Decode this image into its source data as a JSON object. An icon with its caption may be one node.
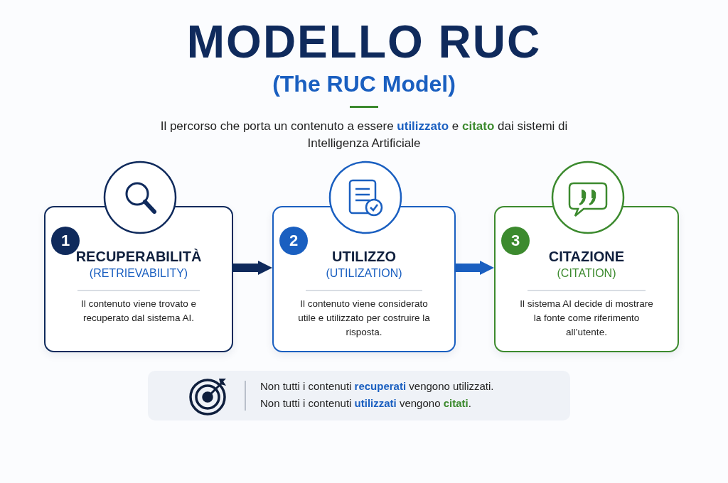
{
  "diagram": {
    "title": "MODELLO RUC",
    "nodes": [
      {
        "text": [
          "1",
          "RECUPERABILITÀ",
          "(RETRIEVABILITY)",
          "Il contenuto viene trovato e recuperato dal sistema AI."
        ]
      },
      {
        "text": [
          "2",
          "UTILIZZO",
          "(UTILIZATION)",
          "Il contenuto viene considerato utile e utilizzato per costruire la risposta."
        ]
      },
      {
        "text": [
          "3",
          "CITAZIONE",
          "(CITATION)",
          "Il sistema AI decide di mostrare la fonte come riferimento all’utente."
        ]
      },
      {
        "text": [
          "Non tutti i contenuti **recuperati** vengono utilizzati.",
          "Non tutti i contenuti **utilizzati** vengono **citati**."
        ]
      }
    ],
    "edges": [
      {
        "from": 0,
        "to": 1,
        "arrow": "to",
        "color": "#0f2a5c"
      },
      {
        "from": 1,
        "to": 2,
        "arrow": "to",
        "color": "#1a5fc0"
      }
    ],
    "labels": [
      "(The RUC Model)",
      "Il percorso che porta un contenuto a essere **utilizzato** e **citato** dai sistemi di Intelligenza Artificiale"
    ]
  }
}
